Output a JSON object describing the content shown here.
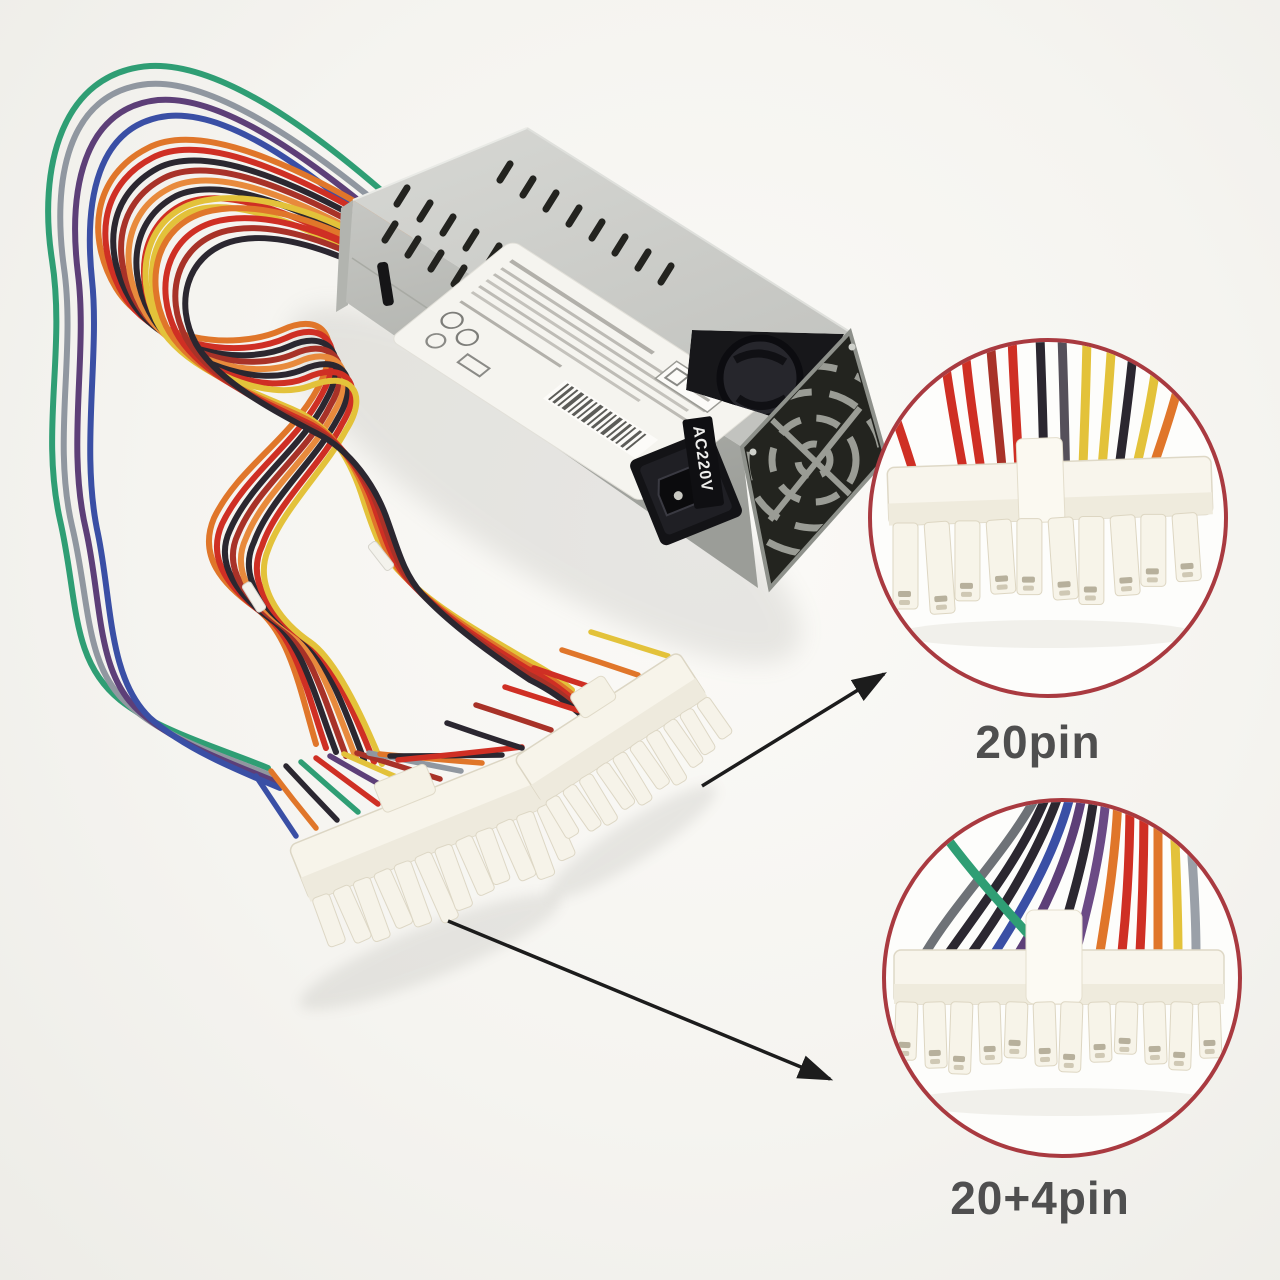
{
  "psu": {
    "ac_inlet_label": "AC220V",
    "body_color": "#c7c8c4"
  },
  "callouts": {
    "pin20": {
      "label": "20pin",
      "circle_color": "#a93a40"
    },
    "pin24": {
      "label": "20+4pin",
      "circle_color": "#a93a40"
    }
  },
  "wire_palette": {
    "orange": "#e0762a",
    "red": "#cf2f24",
    "dark_red": "#a83228",
    "black": "#2b2730",
    "yellow": "#e3c23a",
    "green": "#2f9e74",
    "blue": "#3a4fa5",
    "purple": "#5d3f78",
    "gray": "#9097a0"
  }
}
